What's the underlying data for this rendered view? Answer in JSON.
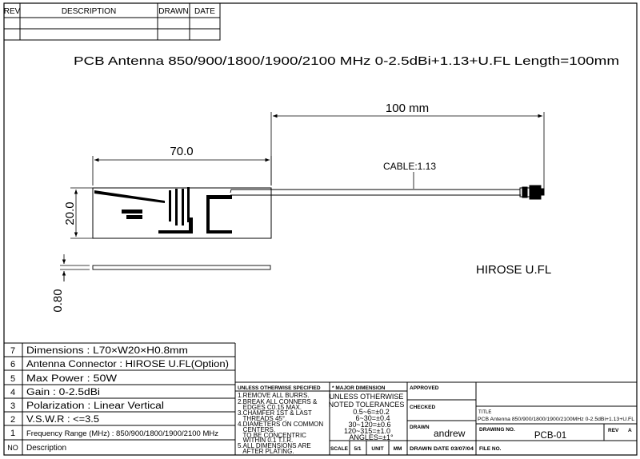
{
  "revision_table": {
    "headers": [
      "REV",
      "DESCRIPTION",
      "DRAWN",
      "DATE"
    ],
    "rows": [
      [
        "",
        "",
        "",
        ""
      ],
      [
        "",
        "",
        "",
        ""
      ]
    ]
  },
  "drawing": {
    "title": "PCB Antenna 850/900/1800/1900/2100 MHz 0-2.5dBi+1.13+U.FL  Length=100mm",
    "dim_length": "100 mm",
    "dim_width": "70.0",
    "dim_height": "20.0",
    "dim_thickness": "0.80",
    "cable_label": "CABLE:1.13",
    "connector_label": "HIROSE U.FL"
  },
  "specs": [
    {
      "no": "7",
      "text": "Dimensions : L70×W20×H0.8mm"
    },
    {
      "no": "6",
      "text": "Antenna Connector : HIROSE U.FL(Option)"
    },
    {
      "no": "5",
      "text": "Max Power : 50W"
    },
    {
      "no": "4",
      "text": "Gain : 0-2.5dBi"
    },
    {
      "no": "3",
      "text": "Polarization : Linear Vertical"
    },
    {
      "no": "2",
      "text": "V.S.W.R : <=3.5"
    },
    {
      "no": "1",
      "text": "Frequency Range (MHz) : 850/900/1800/1900/2100 MHz"
    }
  ],
  "specs_footer": {
    "no": "NO",
    "desc": "Description"
  },
  "title_block": {
    "unless_header": "UNLESS OTHERWISE SPECIFIED",
    "notes": [
      "1.REMOVE ALL BURRS.",
      "2.BREAK ALL CONNERS &",
      "   EDGES C0.15 MAX.",
      "3.CHAMFER 1ST & LAST",
      "   THREADS 45°.",
      "4.DIAMETERS ON COMMON",
      "   CENTERS.",
      "   TO BE CONCENTRIC",
      "   WITHIN 0.1 T.I.R.",
      "5.ALL DIMENSIONS ARE",
      "   AFTER PLATING."
    ],
    "major_header": "* MAJOR DIMENSION",
    "tolerance_lines": [
      "UNLESS OTHERWISE",
      "NOTED TOLERANCES",
      "0.5~6=±0.2",
      "6~30=±0.4",
      "30~120=±0.6",
      "120~315=±1.0",
      "ANGLES=±1°"
    ],
    "scale_label": "SCALE",
    "scale_value": "5/1",
    "unit_label": "UNIT",
    "unit_value": "MM",
    "approved_label": "APPROVED",
    "checked_label": "CHECKED",
    "drawn_label": "DRAWN",
    "drawn_value": "andrew",
    "drawn_date": "DRAWN DATE 03/07/04",
    "title_label": "TITLE",
    "title_value": "PCB Antenna 850/900/1800/1900/2100MHz 0-2.5dBi+1.13+U.FL",
    "drawing_no_label": "DRAWING NO.",
    "drawing_no_value": "PCB-01",
    "rev_label": "REV",
    "rev_value": "A",
    "file_no_label": "FILE NO."
  }
}
